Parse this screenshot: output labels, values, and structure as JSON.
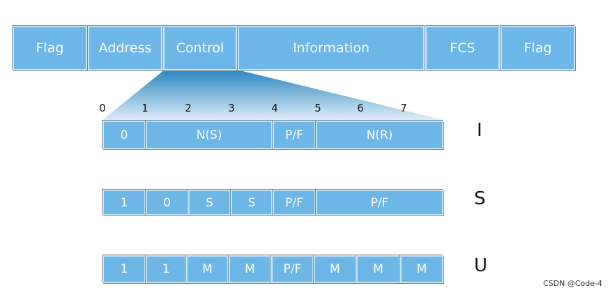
{
  "frame": [
    "Flag",
    "Address",
    "Control",
    "Information",
    "FCS",
    "Flag"
  ],
  "bit_numbers": [
    "0",
    "1",
    "2",
    "3",
    "4",
    "5",
    "6",
    "7"
  ],
  "rows": {
    "i": {
      "label": "I",
      "cells": [
        "0",
        "N(S)",
        "P/F",
        "N(R)"
      ]
    },
    "s": {
      "label": "S",
      "cells": [
        "1",
        "0",
        "S",
        "S",
        "P/F",
        "P/F"
      ]
    },
    "u": {
      "label": "U",
      "cells": [
        "1",
        "1",
        "M",
        "M",
        "P/F",
        "M",
        "M",
        "M"
      ]
    }
  },
  "credit": "CSDN @Code-4",
  "colors": {
    "cell": "#6cb6e8",
    "wedge_dark": "#2b86c0",
    "wedge_light": "#dcecf6"
  }
}
